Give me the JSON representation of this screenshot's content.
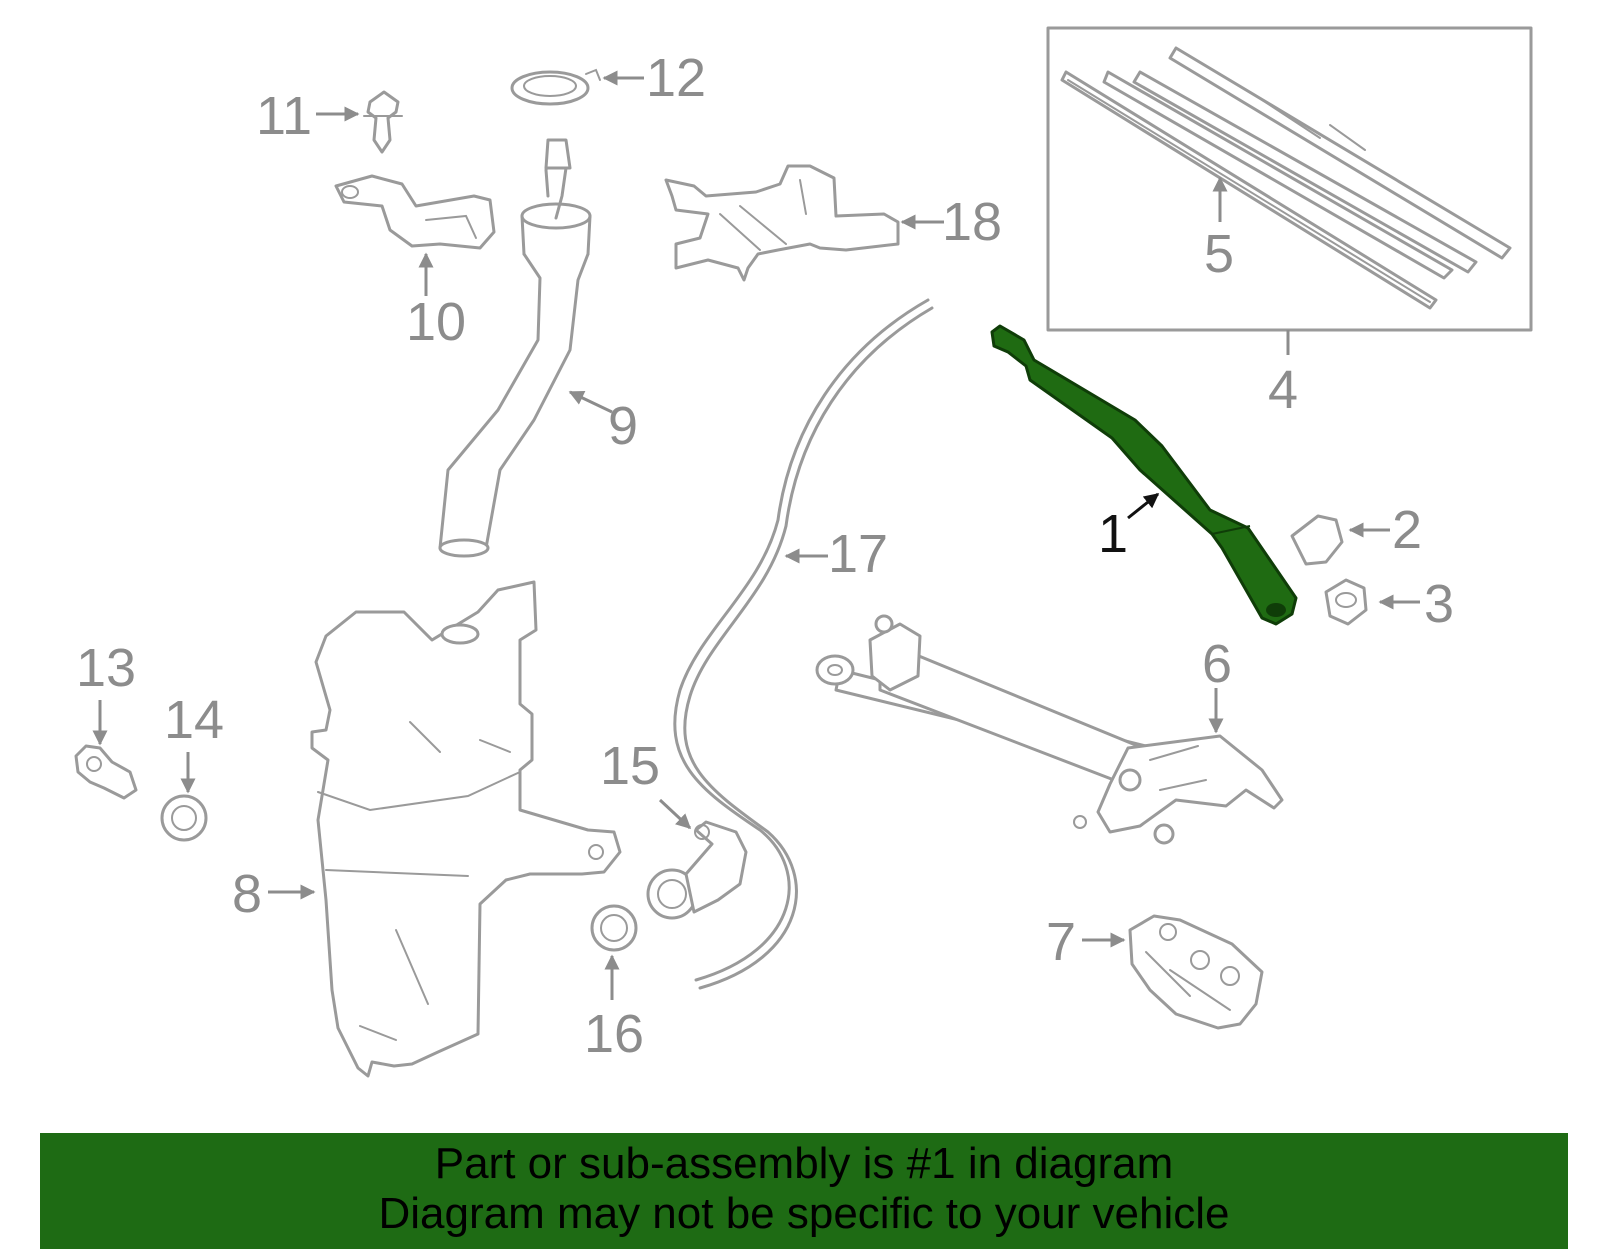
{
  "diagram": {
    "highlight_color": "#1e6b14",
    "callouts": [
      {
        "id": "1",
        "label": "1",
        "highlighted": true
      },
      {
        "id": "2",
        "label": "2"
      },
      {
        "id": "3",
        "label": "3"
      },
      {
        "id": "4",
        "label": "4"
      },
      {
        "id": "5",
        "label": "5"
      },
      {
        "id": "6",
        "label": "6"
      },
      {
        "id": "7",
        "label": "7"
      },
      {
        "id": "8",
        "label": "8"
      },
      {
        "id": "9",
        "label": "9"
      },
      {
        "id": "10",
        "label": "10"
      },
      {
        "id": "11",
        "label": "11"
      },
      {
        "id": "12",
        "label": "12"
      },
      {
        "id": "13",
        "label": "13"
      },
      {
        "id": "14",
        "label": "14"
      },
      {
        "id": "15",
        "label": "15"
      },
      {
        "id": "16",
        "label": "16"
      },
      {
        "id": "17",
        "label": "17"
      },
      {
        "id": "18",
        "label": "18"
      }
    ]
  },
  "banner": {
    "line1": "Part or sub-assembly is #1 in diagram",
    "line2": "Diagram may not be specific to your vehicle"
  }
}
